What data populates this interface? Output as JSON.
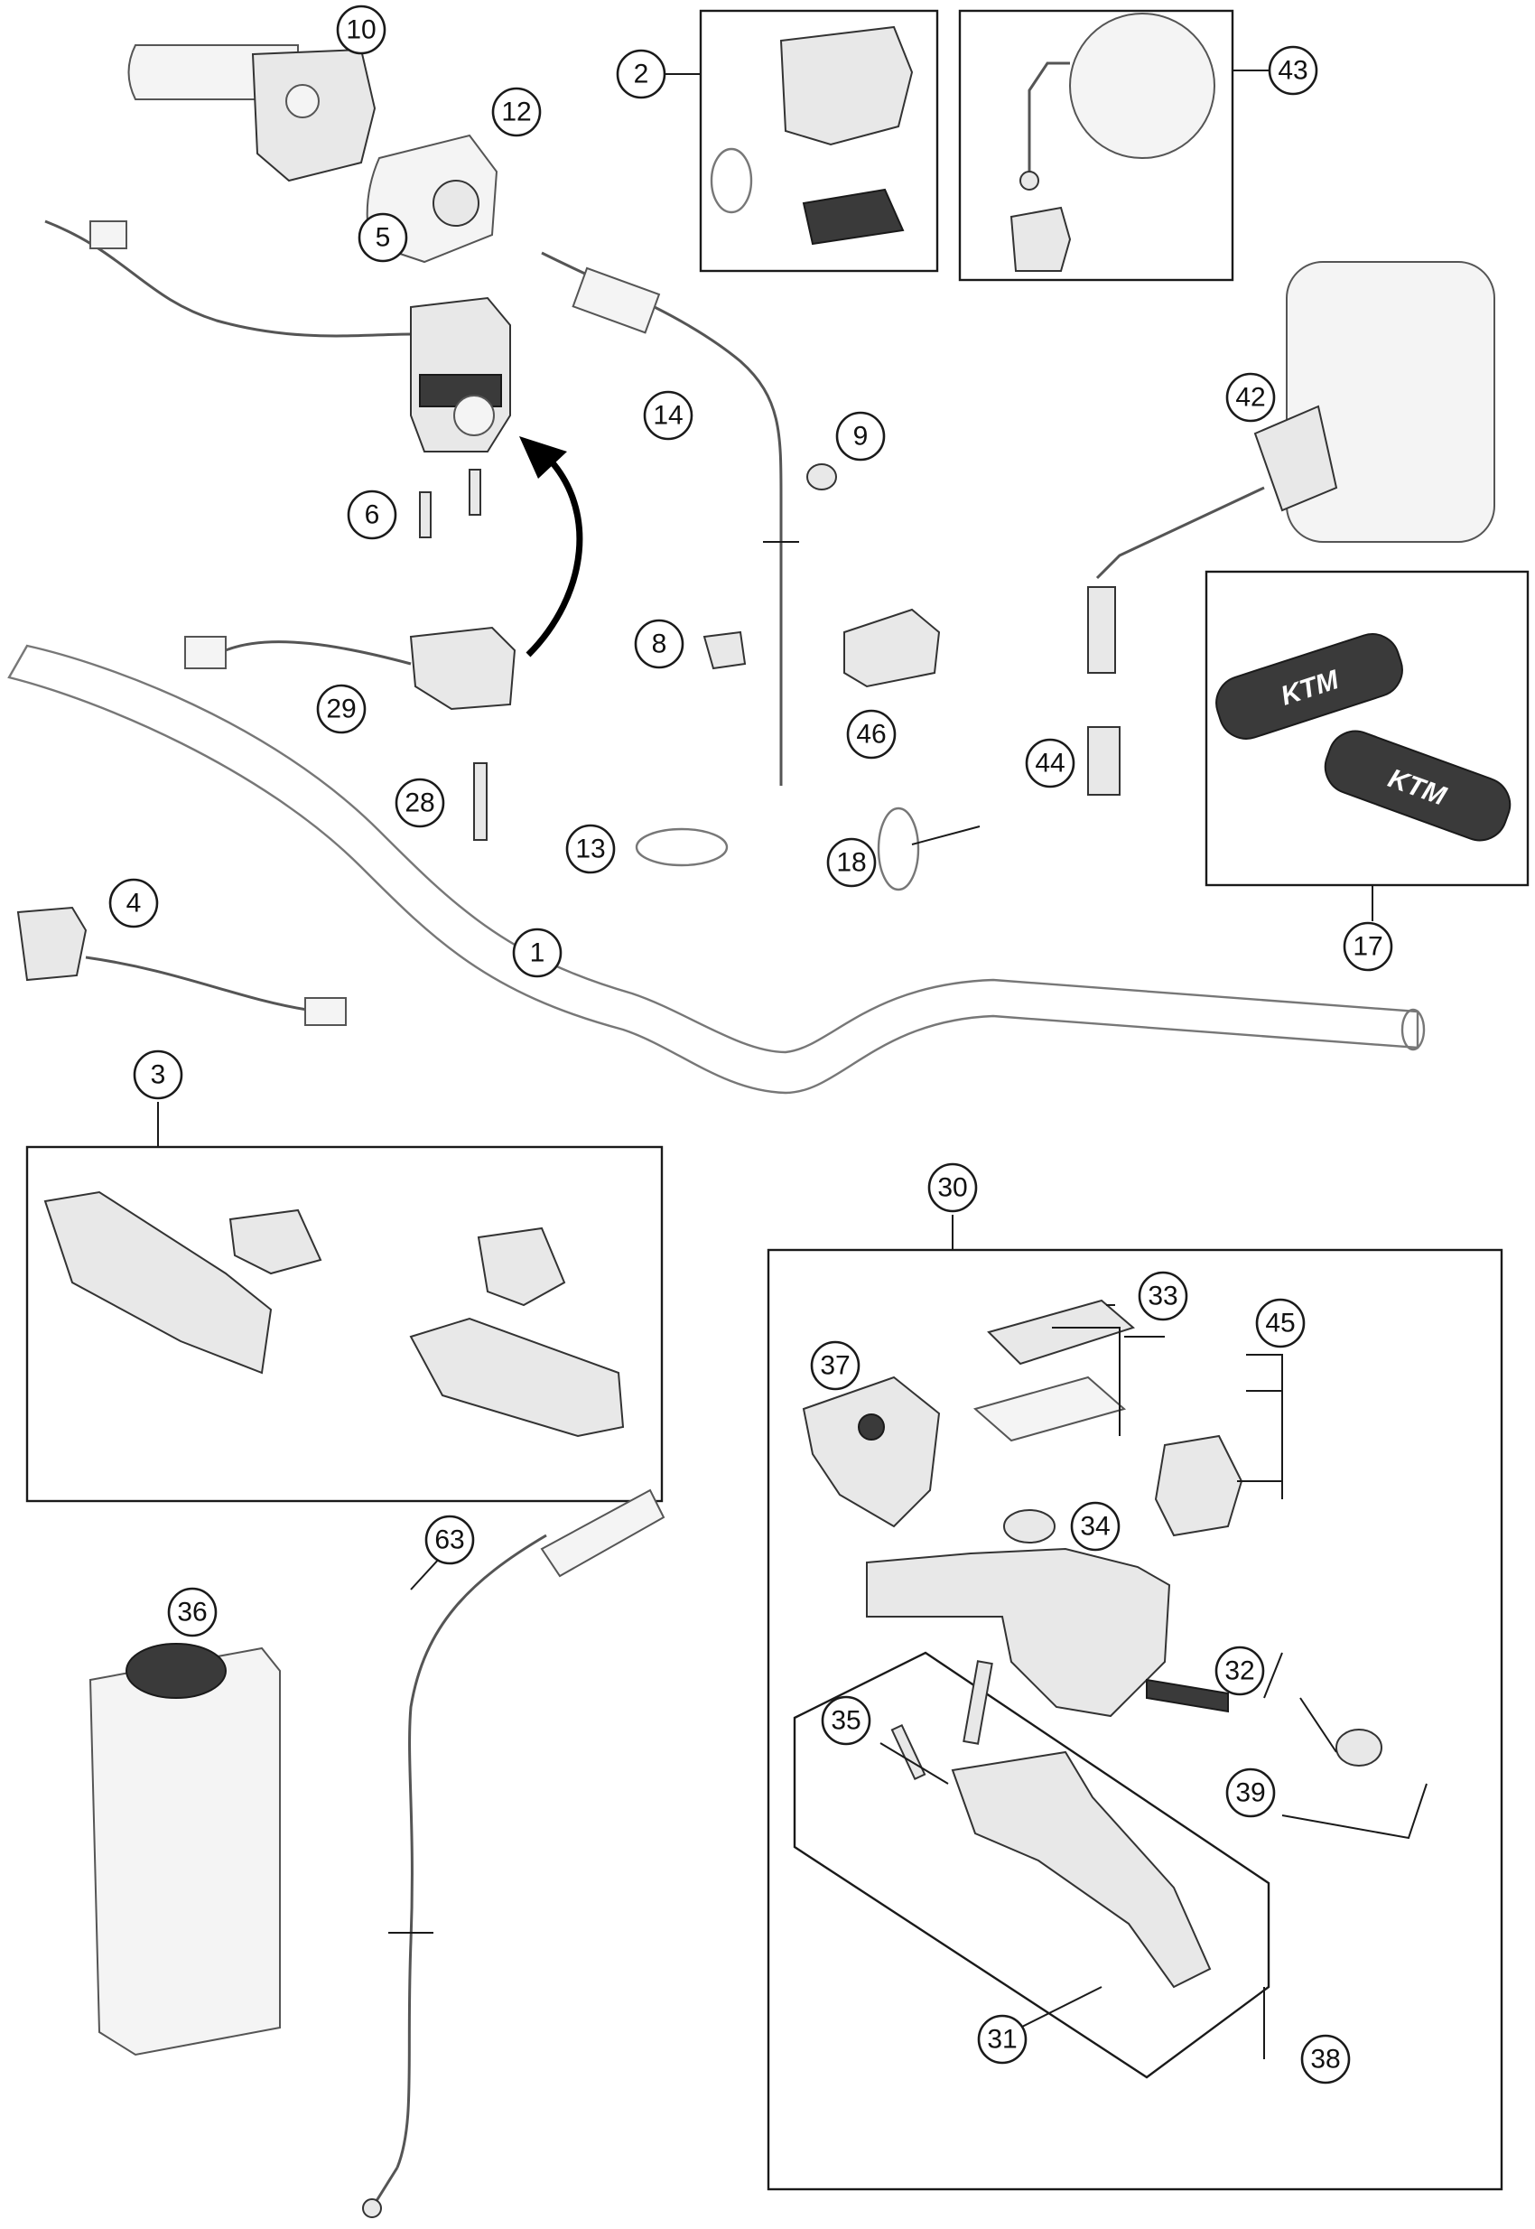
{
  "callouts": [
    {
      "id": "1",
      "label": "1"
    },
    {
      "id": "2",
      "label": "2"
    },
    {
      "id": "3",
      "label": "3"
    },
    {
      "id": "4",
      "label": "4"
    },
    {
      "id": "5",
      "label": "5"
    },
    {
      "id": "6",
      "label": "6"
    },
    {
      "id": "8",
      "label": "8"
    },
    {
      "id": "9",
      "label": "9"
    },
    {
      "id": "10",
      "label": "10"
    },
    {
      "id": "12",
      "label": "12"
    },
    {
      "id": "13",
      "label": "13"
    },
    {
      "id": "14",
      "label": "14"
    },
    {
      "id": "17",
      "label": "17"
    },
    {
      "id": "18",
      "label": "18"
    },
    {
      "id": "28",
      "label": "28"
    },
    {
      "id": "29",
      "label": "29"
    },
    {
      "id": "30",
      "label": "30"
    },
    {
      "id": "31",
      "label": "31"
    },
    {
      "id": "32",
      "label": "32"
    },
    {
      "id": "33",
      "label": "33"
    },
    {
      "id": "34",
      "label": "34"
    },
    {
      "id": "35",
      "label": "35"
    },
    {
      "id": "36",
      "label": "36"
    },
    {
      "id": "37",
      "label": "37"
    },
    {
      "id": "38",
      "label": "38"
    },
    {
      "id": "39",
      "label": "39"
    },
    {
      "id": "42",
      "label": "42"
    },
    {
      "id": "43",
      "label": "43"
    },
    {
      "id": "44",
      "label": "44"
    },
    {
      "id": "45",
      "label": "45"
    },
    {
      "id": "46",
      "label": "46"
    },
    {
      "id": "63",
      "label": "63"
    }
  ],
  "logo_text": "KTM",
  "colors": {
    "stroke": "#1a1a1a",
    "part_fill": "#e8e8e8",
    "part_dark": "#3a3a3a",
    "background": "#ffffff"
  }
}
